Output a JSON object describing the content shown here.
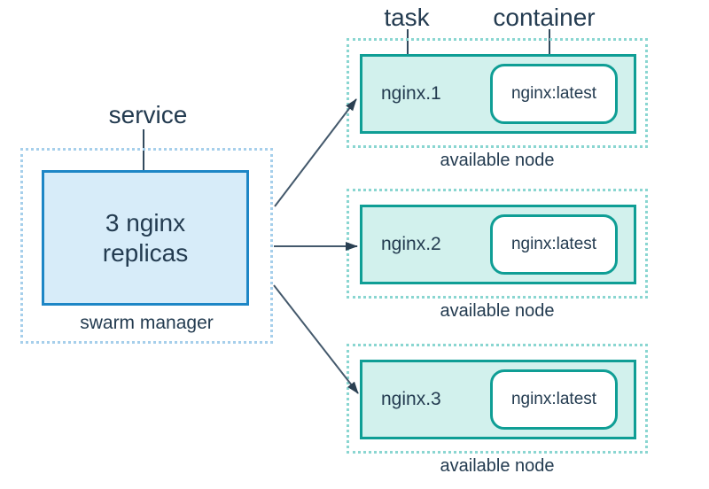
{
  "diagram": {
    "annotations": {
      "service": "service",
      "task": "task",
      "container": "container"
    },
    "manager": {
      "service_lines": [
        "3 nginx",
        "replicas"
      ],
      "caption": "swarm manager"
    },
    "nodes": [
      {
        "task_name": "nginx.1",
        "container_image": "nginx:latest",
        "caption": "available node"
      },
      {
        "task_name": "nginx.2",
        "container_image": "nginx:latest",
        "caption": "available node"
      },
      {
        "task_name": "nginx.3",
        "container_image": "nginx:latest",
        "caption": "available node"
      }
    ],
    "colors": {
      "label_text": "#233b50",
      "blue_border": "#1d86c6",
      "blue_fill": "#d7ecf9",
      "blue_dotted": "#a6cfeb",
      "teal_border": "#0f9e95",
      "teal_fill": "#d2f1ed",
      "teal_dotted": "#8ad6d1",
      "arrow": "#44596c",
      "arrowhead": "#2b4052",
      "leader": "#324a5e",
      "container_fill": "#ffffff"
    }
  }
}
